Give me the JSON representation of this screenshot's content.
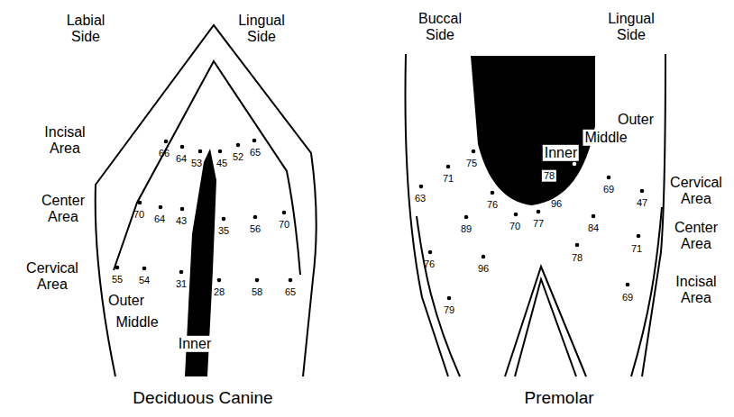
{
  "diagram": {
    "labels": [
      "Labial Side",
      "Lingual Side",
      "Incisal Area",
      "66",
      "64",
      "53",
      "45",
      "52",
      "65",
      "Center Area",
      "70",
      "64",
      "43",
      "35",
      "56",
      "70",
      "Cervical Area",
      "55",
      "54",
      "31",
      "28",
      "58",
      "65",
      "Outer",
      "Middle",
      "Inner",
      "Deciduous Canine",
      "Buccal Side",
      "Lingual Side",
      "Outer",
      "Middle",
      "Inner",
      "75",
      "71",
      "78",
      "63",
      "69",
      "Cervical Area",
      "47",
      "76",
      "96",
      "89",
      "70",
      "77",
      "84",
      "Center Area",
      "71",
      "76",
      "96",
      "78",
      "Incisal Area",
      "69",
      "79",
      "Premolar"
    ]
  }
}
